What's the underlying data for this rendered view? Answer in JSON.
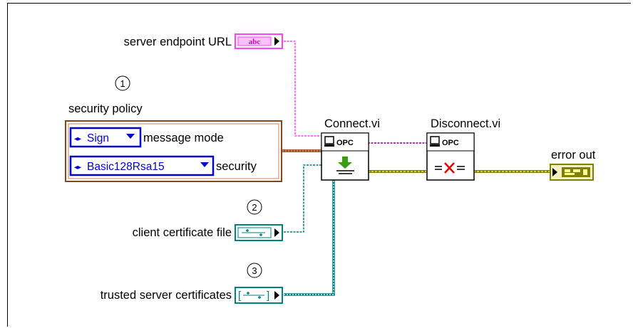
{
  "inputs": {
    "server_url_label": "server endpoint URL",
    "server_url_terminal": "abc",
    "security_policy_label": "security policy",
    "client_cert_label": "client certificate file",
    "trusted_certs_label": "trusted server certificates"
  },
  "cluster": {
    "message_mode_value": "Sign",
    "message_mode_label": "message mode",
    "security_value": "Basic128Rsa15",
    "security_label": "security"
  },
  "callouts": [
    "1",
    "2",
    "3"
  ],
  "nodes": {
    "connect_label": "Connect.vi",
    "connect_icon_text": "OPC",
    "disconnect_label": "Disconnect.vi",
    "disconnect_icon_text": "OPC"
  },
  "outputs": {
    "error_out_label": "error out"
  },
  "colors": {
    "string_wire": "#ff40ff",
    "cluster_wire": "#a0522d",
    "path_wire": "#007f7f",
    "error_wire": "#808000",
    "refnum_wire": "#800080",
    "control_blue": "#0000cc"
  }
}
